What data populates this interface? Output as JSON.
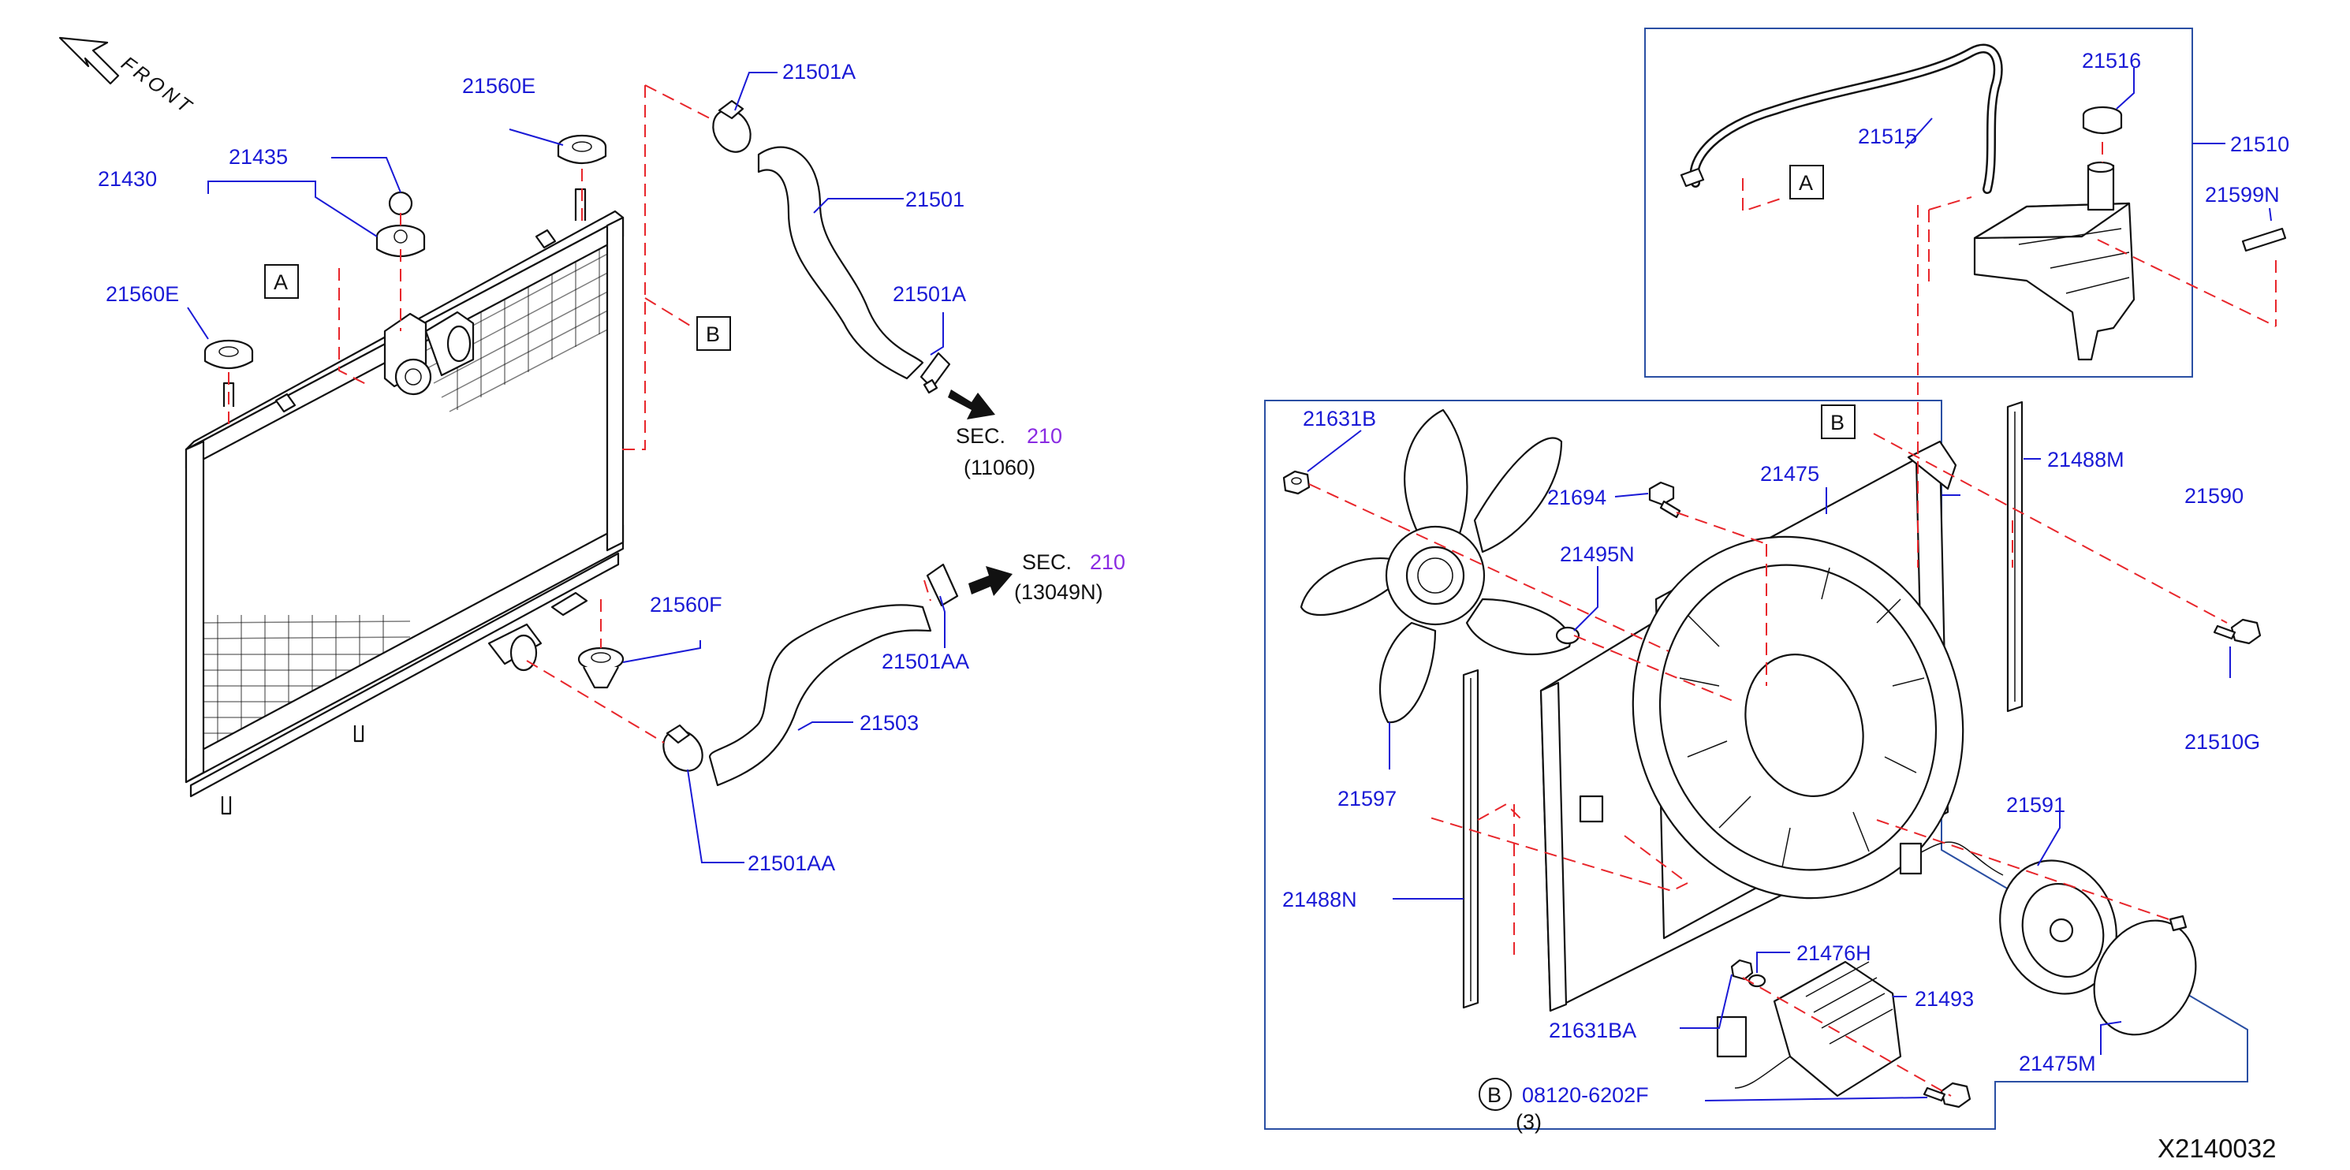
{
  "front_label": "FRONT",
  "callouts": {
    "p21560E_top": "21560E",
    "p21435": "21435",
    "p21430": "21430",
    "p21560E_left": "21560E",
    "p21501A_top": "21501A",
    "p21501": "21501",
    "p21501A_mid": "21501A",
    "p21560F": "21560F",
    "p21501AA_right": "21501AA",
    "p21503": "21503",
    "p21501AA_bottom": "21501AA",
    "p21516": "21516",
    "p21515": "21515",
    "p21510": "21510",
    "p21599N": "21599N",
    "p21631B": "21631B",
    "p21694": "21694",
    "p21475": "21475",
    "p21488M": "21488M",
    "p21590": "21590",
    "p21495N": "21495N",
    "p21510G": "21510G",
    "p21597": "21597",
    "p21591": "21591",
    "p21488N": "21488N",
    "p21476H": "21476H",
    "p21493": "21493",
    "p21631BA": "21631BA",
    "p21475M": "21475M",
    "p08120": "08120-6202F"
  },
  "bolt_qty": "(3)",
  "bolt_marker": "B",
  "markers": {
    "a_left": "A",
    "b_left": "B",
    "a_tank": "A",
    "b_fan": "B"
  },
  "section_refs": [
    {
      "prefix": "SEC.",
      "number": "210",
      "sub": "(11060)"
    },
    {
      "prefix": "SEC.",
      "number": "210",
      "sub": "(13049N)"
    }
  ],
  "diagram_code": "X2140032",
  "colors": {
    "part_number": "#1a1ad6",
    "section_number": "#8a2be2",
    "phantom_line": "#e8262b",
    "group_frame": "#2a4fa3"
  }
}
